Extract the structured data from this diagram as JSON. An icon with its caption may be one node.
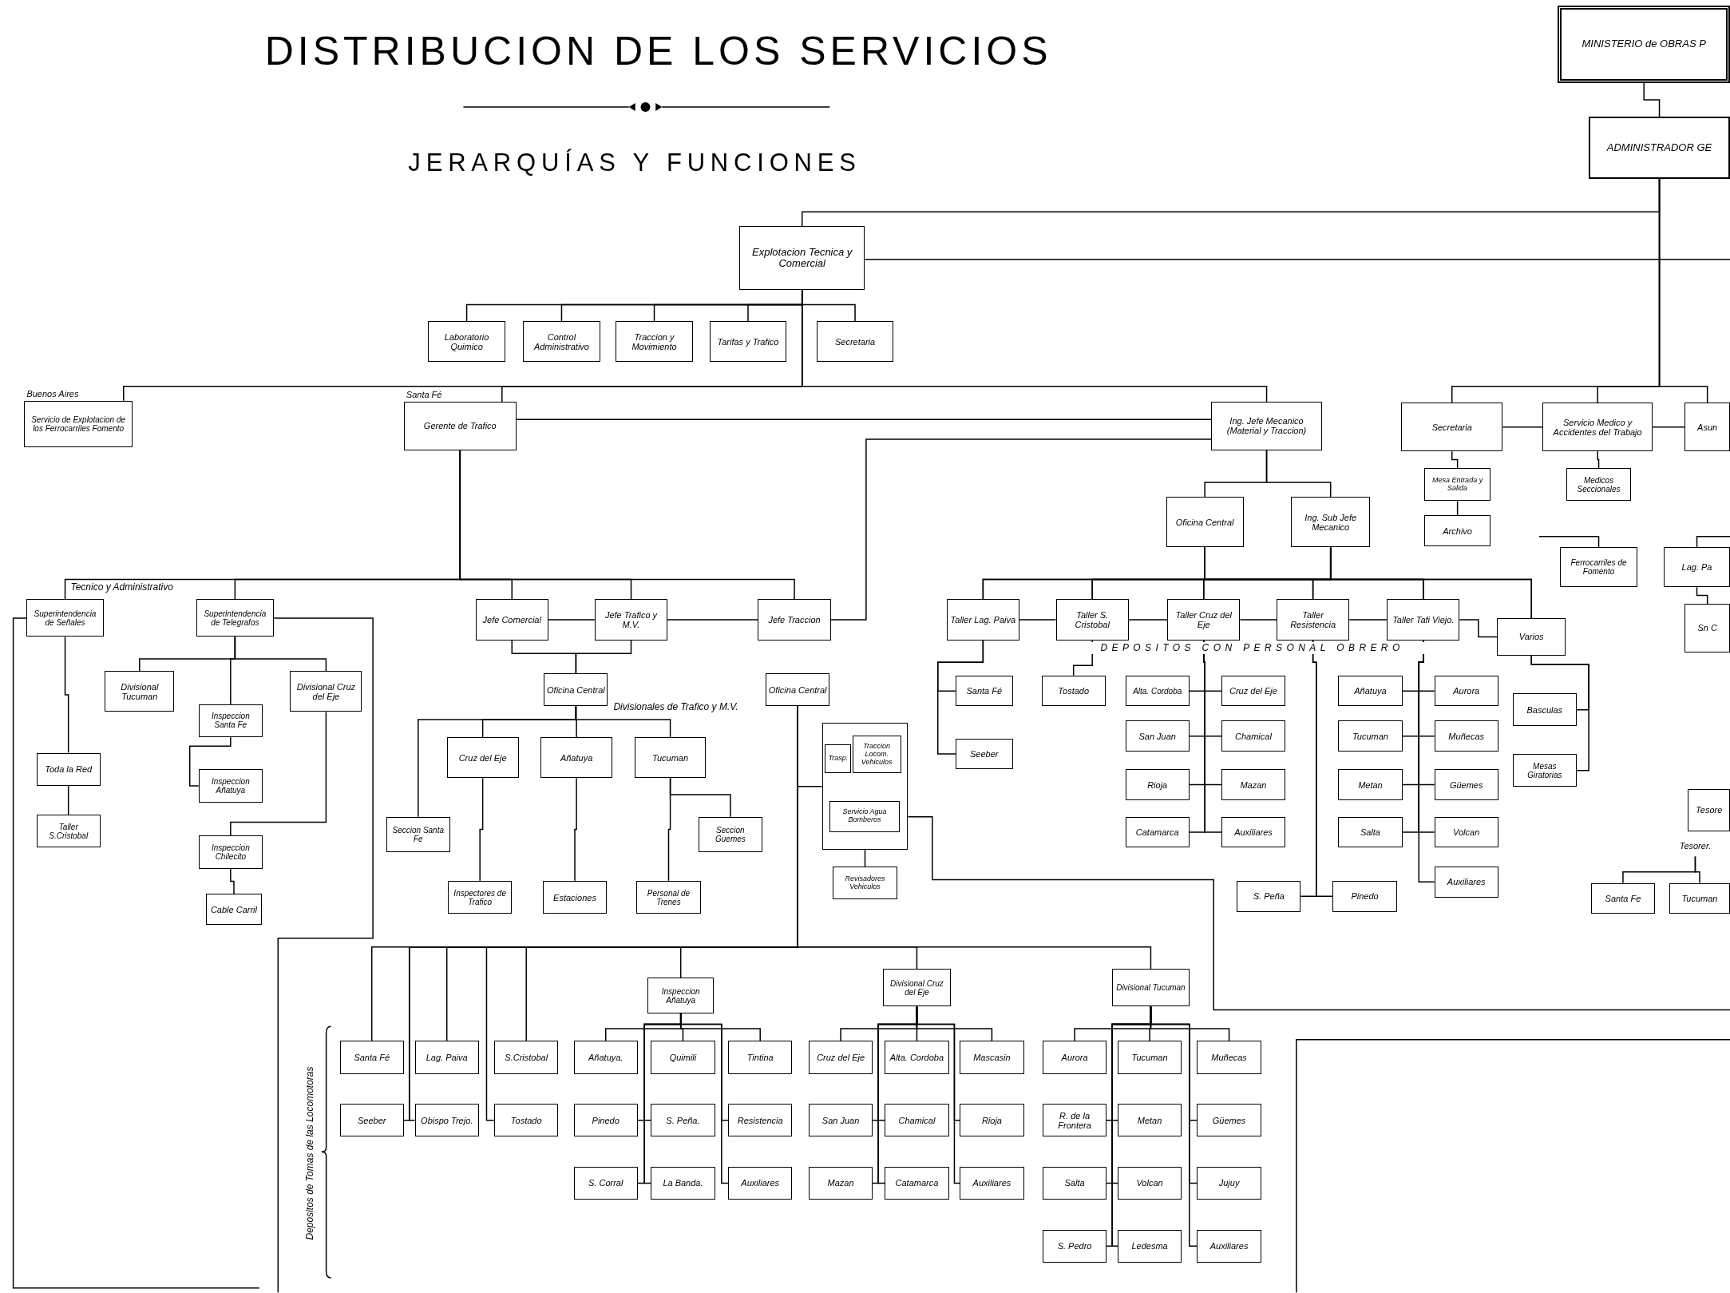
{
  "diagram": {
    "title": "DISTRIBUCION DE LOS SERVICIOS",
    "nodes": [
      {
        "text": [
          "MINISTERIO de OBRAS P"
        ]
      },
      {
        "text": [
          "ADMINISTRADOR GE"
        ]
      },
      {
        "text": [
          "Explotacion Tecnica y Comercial"
        ]
      },
      {
        "text": [
          "Laboratorio Quimico"
        ]
      },
      {
        "text": [
          "Control Administrativo"
        ]
      },
      {
        "text": [
          "Traccion y Movimiento"
        ]
      },
      {
        "text": [
          "Tarifas y Trafico"
        ]
      },
      {
        "text": [
          "Secretaria"
        ]
      },
      {
        "text": [
          "Servicio de Explotacion de los Ferrocarriles Fomento"
        ],
        "beside": [
          "Buenos Aires"
        ]
      },
      {
        "text": [
          "Gerente de Trafico"
        ],
        "beside": [
          "Santa Fé"
        ]
      },
      {
        "text": [
          "Ing. Jefe Mecanico (Material y Traccion)"
        ]
      },
      {
        "text": [
          "Secretaria"
        ]
      },
      {
        "text": [
          "Servicio Medico y Accidentes del Trabajo"
        ]
      },
      {
        "text": [
          "Asun"
        ]
      },
      {
        "text": [
          "Mesa Entrada y Salida"
        ]
      },
      {
        "text": [
          "Archivo"
        ]
      },
      {
        "text": [
          "Medicos Seccionales"
        ]
      },
      {
        "text": [
          "Oficina Central"
        ]
      },
      {
        "text": [
          "Ing. Sub Jefe Mecanico"
        ]
      },
      {
        "text": [
          "Ferrocarriles de Fomento"
        ]
      },
      {
        "text": [
          "Lag. Pa"
        ]
      },
      {
        "text": [
          "Superintendencia de Señales"
        ]
      },
      {
        "text": [
          "Superintendencia de Telegrafos"
        ]
      },
      {
        "text": [
          "Jefe Comercial"
        ]
      },
      {
        "text": [
          "Jefe Trafico y M.V."
        ]
      },
      {
        "text": [
          "Jefe Traccion"
        ]
      },
      {
        "text": [
          "Divisional Tucuman"
        ]
      },
      {
        "text": [
          "Inspeccion Santa Fe"
        ]
      },
      {
        "text": [
          "Divisional Cruz del Eje"
        ]
      },
      {
        "text": [
          "Toda la Red"
        ]
      },
      {
        "text": [
          "Inspeccion Añatuya"
        ]
      },
      {
        "text": [
          "Taller S.Cristobal"
        ]
      },
      {
        "text": [
          "Inspeccion Chilecito"
        ]
      },
      {
        "text": [
          "Cable Carril"
        ]
      },
      {
        "text": [
          "Oficina Central"
        ]
      },
      {
        "text": [
          "Cruz del Eje"
        ]
      },
      {
        "text": [
          "Añatuya"
        ]
      },
      {
        "text": [
          "Tucuman"
        ]
      },
      {
        "text": [
          "Seccion Santa Fe"
        ]
      },
      {
        "text": [
          "Seccion Guemes"
        ]
      },
      {
        "text": [
          "Inspectores de Trafico"
        ]
      },
      {
        "text": [
          "Estaciones"
        ]
      },
      {
        "text": [
          "Personal de Trenes"
        ]
      },
      {
        "text": [
          "Oficina Central"
        ]
      },
      {
        "text": [],
        "shape": "box"
      },
      {
        "text": [
          "Trasp."
        ],
        "in": 44
      },
      {
        "text": [
          "Traccion Locom. Vehiculos"
        ],
        "in": 44
      },
      {
        "text": [
          "Servicio Agua Bomberos"
        ],
        "in": 44
      },
      {
        "text": [
          "Revisadores Vehiculos"
        ]
      },
      {
        "text": [
          "Taller Lag. Paiva"
        ]
      },
      {
        "text": [
          "Taller S. Cristobal"
        ]
      },
      {
        "text": [
          "Taller Cruz del Eje"
        ]
      },
      {
        "text": [
          "Taller Resistencia"
        ]
      },
      {
        "text": [
          "Taller Tafi Viejo."
        ]
      },
      {
        "text": [
          "Varios"
        ]
      },
      {
        "text": [
          "Santa Fé"
        ]
      },
      {
        "text": [
          "Seeber"
        ]
      },
      {
        "text": [
          "Tostado"
        ]
      },
      {
        "text": [
          "Alta. Cordoba"
        ]
      },
      {
        "text": [
          "Cruz del Eje"
        ]
      },
      {
        "text": [
          "San Juan"
        ]
      },
      {
        "text": [
          "Chamical"
        ]
      },
      {
        "text": [
          "Rioja"
        ]
      },
      {
        "text": [
          "Mazan"
        ]
      },
      {
        "text": [
          "Catamarca"
        ]
      },
      {
        "text": [
          "Auxiliares"
        ]
      },
      {
        "text": [
          "Añatuya"
        ]
      },
      {
        "text": [
          "Aurora"
        ]
      },
      {
        "text": [
          "Tucuman"
        ]
      },
      {
        "text": [
          "Muñecas"
        ]
      },
      {
        "text": [
          "Metan"
        ]
      },
      {
        "text": [
          "Güemes"
        ]
      },
      {
        "text": [
          "Salta"
        ]
      },
      {
        "text": [
          "Volcan"
        ]
      },
      {
        "text": [
          "Auxiliares"
        ]
      },
      {
        "text": [
          "S. Peña"
        ]
      },
      {
        "text": [
          "Pinedo"
        ]
      },
      {
        "text": [
          "Basculas"
        ]
      },
      {
        "text": [
          "Mesas Giratorias"
        ]
      },
      {
        "text": [
          "Tesore"
        ]
      },
      {
        "text": [
          "Tesorer."
        ]
      },
      {
        "text": [
          "Santa Fe"
        ]
      },
      {
        "text": [
          "Tucuman"
        ]
      },
      {
        "text": [
          "Inspeccion Añatuya"
        ]
      },
      {
        "text": [
          "Divisional Cruz del Eje"
        ]
      },
      {
        "text": [
          "Divisional Tucuman"
        ]
      },
      {
        "text": [
          "Santa Fé"
        ]
      },
      {
        "text": [
          "Lag. Paiva"
        ]
      },
      {
        "text": [
          "S.Cristobal"
        ]
      },
      {
        "text": [
          "Seeber"
        ]
      },
      {
        "text": [
          "Obispo Trejo."
        ]
      },
      {
        "text": [
          "Tostado"
        ]
      },
      {
        "text": [
          "Añatuya."
        ]
      },
      {
        "text": [
          "Quimili"
        ]
      },
      {
        "text": [
          "Tintina"
        ]
      },
      {
        "text": [
          "Pinedo"
        ]
      },
      {
        "text": [
          "S. Peña."
        ]
      },
      {
        "text": [
          "Resistencia"
        ]
      },
      {
        "text": [
          "S. Corral"
        ]
      },
      {
        "text": [
          "La Banda."
        ]
      },
      {
        "text": [
          "Auxiliares"
        ]
      },
      {
        "text": [
          "Cruz del Eje"
        ]
      },
      {
        "text": [
          "Alta. Cordoba"
        ]
      },
      {
        "text": [
          "Mascasin"
        ]
      },
      {
        "text": [
          "San Juan"
        ]
      },
      {
        "text": [
          "Chamical"
        ]
      },
      {
        "text": [
          "Rioja"
        ]
      },
      {
        "text": [
          "Mazan"
        ]
      },
      {
        "text": [
          "Catamarca"
        ]
      },
      {
        "text": [
          "Auxiliares"
        ]
      },
      {
        "text": [
          "Aurora"
        ]
      },
      {
        "text": [
          "Tucuman"
        ]
      },
      {
        "text": [
          "Muñecas"
        ]
      },
      {
        "text": [
          "R. de la Frontera"
        ]
      },
      {
        "text": [
          "Metan"
        ]
      },
      {
        "text": [
          "Güemes"
        ]
      },
      {
        "text": [
          "Salta"
        ]
      },
      {
        "text": [
          "Volcan"
        ]
      },
      {
        "text": [
          "Jujuy"
        ]
      },
      {
        "text": [
          "S. Pedro"
        ]
      },
      {
        "text": [
          "Ledesma"
        ]
      },
      {
        "text": [
          "Auxiliares"
        ]
      },
      {
        "text": [
          "Sn C"
        ]
      }
    ],
    "edges": [
      {
        "from": 0,
        "to": 1,
        "arrow": "none"
      },
      {
        "from": 1,
        "to": 2,
        "arrow": "none"
      },
      {
        "from": 2,
        "to": null,
        "arrow": "none"
      },
      {
        "from": 1,
        "to": 11,
        "arrow": "none"
      },
      {
        "from": 1,
        "to": 12,
        "arrow": "none"
      },
      {
        "from": 1,
        "to": 13,
        "arrow": "none"
      },
      {
        "from": 2,
        "to": 3,
        "arrow": "none"
      },
      {
        "from": 2,
        "to": 4,
        "arrow": "none"
      },
      {
        "from": 2,
        "to": 5,
        "arrow": "none"
      },
      {
        "from": 2,
        "to": 6,
        "arrow": "none"
      },
      {
        "from": 2,
        "to": 7,
        "arrow": "none"
      },
      {
        "from": 2,
        "to": 8,
        "arrow": "none"
      },
      {
        "from": 2,
        "to": 9,
        "arrow": "none"
      },
      {
        "from": 2,
        "to": 10,
        "arrow": "none"
      },
      {
        "from": 11,
        "to": 12,
        "arrow": "none"
      },
      {
        "from": 12,
        "to": 13,
        "arrow": "none"
      },
      {
        "from": 11,
        "to": 14,
        "arrow": "none"
      },
      {
        "from": 14,
        "to": 15,
        "arrow": "none"
      },
      {
        "from": 12,
        "to": 16,
        "arrow": "none"
      },
      {
        "from": 10,
        "to": 17,
        "arrow": "none"
      },
      {
        "from": 10,
        "to": 18,
        "arrow": "none"
      },
      {
        "from": null,
        "to": 19,
        "arrow": "none"
      },
      {
        "from": null,
        "to": 20,
        "arrow": "none"
      },
      {
        "from": 20,
        "to": 122,
        "arrow": "none"
      },
      {
        "from": 9,
        "to": 10,
        "arrow": "none"
      },
      {
        "from": 25,
        "to": 10,
        "arrow": "none"
      },
      {
        "from": 9,
        "to": 21,
        "arrow": "none"
      },
      {
        "from": 9,
        "to": 22,
        "arrow": "none"
      },
      {
        "from": 9,
        "to": 23,
        "arrow": "none"
      },
      {
        "from": 9,
        "to": 24,
        "arrow": "none"
      },
      {
        "from": 9,
        "to": 25,
        "arrow": "none"
      },
      {
        "from": 21,
        "to": 29,
        "arrow": "none"
      },
      {
        "from": 29,
        "to": 31,
        "arrow": "none"
      },
      {
        "from": 21,
        "to": null,
        "arrow": "none"
      },
      {
        "from": 22,
        "to": 26,
        "arrow": "none"
      },
      {
        "from": 22,
        "to": 27,
        "arrow": "none"
      },
      {
        "from": 22,
        "to": 28,
        "arrow": "none"
      },
      {
        "from": 27,
        "to": 30,
        "arrow": "none"
      },
      {
        "from": 28,
        "to": 32,
        "arrow": "none"
      },
      {
        "from": 32,
        "to": 33,
        "arrow": "none"
      },
      {
        "from": 22,
        "to": null,
        "arrow": "none"
      },
      {
        "from": 23,
        "to": 24,
        "arrow": "none"
      },
      {
        "from": 24,
        "to": 25,
        "arrow": "none"
      },
      {
        "from": 23,
        "to": 34,
        "arrow": "none"
      },
      {
        "from": 24,
        "to": 34,
        "arrow": "none"
      },
      {
        "from": 34,
        "to": 35,
        "arrow": "none"
      },
      {
        "from": 34,
        "to": 36,
        "arrow": "none"
      },
      {
        "from": 34,
        "to": 37,
        "arrow": "none"
      },
      {
        "from": 34,
        "to": 38,
        "arrow": "none"
      },
      {
        "from": 35,
        "to": 40,
        "arrow": "none"
      },
      {
        "from": 36,
        "to": 41,
        "arrow": "none"
      },
      {
        "from": 37,
        "to": 42,
        "arrow": "none"
      },
      {
        "from": 37,
        "to": 39,
        "arrow": "none"
      },
      {
        "from": 43,
        "to": 44,
        "arrow": "none"
      },
      {
        "from": 44,
        "to": 48,
        "arrow": "none"
      },
      {
        "from": 44,
        "to": null,
        "arrow": "none"
      },
      {
        "from": 43,
        "to": 83,
        "arrow": "none"
      },
      {
        "from": 43,
        "to": 84,
        "arrow": "none"
      },
      {
        "from": 43,
        "to": 85,
        "arrow": "none"
      },
      {
        "from": 43,
        "to": 86,
        "arrow": "none"
      },
      {
        "from": 43,
        "to": 87,
        "arrow": "none"
      },
      {
        "from": 43,
        "to": 88,
        "arrow": "none"
      },
      {
        "from": 43,
        "to": 89,
        "arrow": "none"
      },
      {
        "from": 43,
        "to": 90,
        "arrow": "none"
      },
      {
        "from": 43,
        "to": 91,
        "arrow": "none"
      },
      {
        "from": 83,
        "to": 92,
        "arrow": "none"
      },
      {
        "from": 83,
        "to": 93,
        "arrow": "none"
      },
      {
        "from": 83,
        "to": 94,
        "arrow": "none"
      },
      {
        "from": 83,
        "to": 95,
        "arrow": "none"
      },
      {
        "from": 83,
        "to": 96,
        "arrow": "none"
      },
      {
        "from": 83,
        "to": 97,
        "arrow": "none"
      },
      {
        "from": 83,
        "to": 98,
        "arrow": "none"
      },
      {
        "from": 83,
        "to": 99,
        "arrow": "none"
      },
      {
        "from": 83,
        "to": 100,
        "arrow": "none"
      },
      {
        "from": 84,
        "to": 101,
        "arrow": "none"
      },
      {
        "from": 84,
        "to": 102,
        "arrow": "none"
      },
      {
        "from": 84,
        "to": 103,
        "arrow": "none"
      },
      {
        "from": 84,
        "to": 104,
        "arrow": "none"
      },
      {
        "from": 84,
        "to": 105,
        "arrow": "none"
      },
      {
        "from": 84,
        "to": 106,
        "arrow": "none"
      },
      {
        "from": 84,
        "to": 107,
        "arrow": "none"
      },
      {
        "from": 84,
        "to": 108,
        "arrow": "none"
      },
      {
        "from": 84,
        "to": 109,
        "arrow": "none"
      },
      {
        "from": 85,
        "to": 110,
        "arrow": "none"
      },
      {
        "from": 85,
        "to": 111,
        "arrow": "none"
      },
      {
        "from": 85,
        "to": 112,
        "arrow": "none"
      },
      {
        "from": 85,
        "to": 113,
        "arrow": "none"
      },
      {
        "from": 85,
        "to": 114,
        "arrow": "none"
      },
      {
        "from": 85,
        "to": 115,
        "arrow": "none"
      },
      {
        "from": 85,
        "to": 116,
        "arrow": "none"
      },
      {
        "from": 85,
        "to": 117,
        "arrow": "none"
      },
      {
        "from": 85,
        "to": 118,
        "arrow": "none"
      },
      {
        "from": 85,
        "to": 119,
        "arrow": "none"
      },
      {
        "from": 85,
        "to": 120,
        "arrow": "none"
      },
      {
        "from": 85,
        "to": 121,
        "arrow": "none"
      },
      {
        "from": 17,
        "to": 49,
        "arrow": "none"
      },
      {
        "from": 17,
        "to": 50,
        "arrow": "none"
      },
      {
        "from": 17,
        "to": 51,
        "arrow": "none"
      },
      {
        "from": 17,
        "to": 52,
        "arrow": "none"
      },
      {
        "from": 17,
        "to": 53,
        "arrow": "none"
      },
      {
        "from": 17,
        "to": 54,
        "arrow": "none"
      },
      {
        "from": 18,
        "to": 49,
        "arrow": "none"
      },
      {
        "from": 18,
        "to": 50,
        "arrow": "none"
      },
      {
        "from": 18,
        "to": 51,
        "arrow": "none"
      },
      {
        "from": 18,
        "to": 52,
        "arrow": "none"
      },
      {
        "from": 18,
        "to": 53,
        "arrow": "none"
      },
      {
        "from": 18,
        "to": 54,
        "arrow": "none"
      },
      {
        "from": 49,
        "to": 50,
        "arrow": "none"
      },
      {
        "from": 50,
        "to": 51,
        "arrow": "none"
      },
      {
        "from": 51,
        "to": 52,
        "arrow": "none"
      },
      {
        "from": 52,
        "to": 53,
        "arrow": "none"
      },
      {
        "from": 53,
        "to": 54,
        "arrow": "none"
      },
      {
        "from": 49,
        "to": 55,
        "arrow": "none"
      },
      {
        "from": 49,
        "to": 56,
        "arrow": "none"
      },
      {
        "from": 50,
        "to": 57,
        "arrow": "none"
      },
      {
        "from": 51,
        "to": 58,
        "arrow": "none"
      },
      {
        "from": 51,
        "to": 59,
        "arrow": "none"
      },
      {
        "from": 51,
        "to": 60,
        "arrow": "none"
      },
      {
        "from": 51,
        "to": 61,
        "arrow": "none"
      },
      {
        "from": 51,
        "to": 62,
        "arrow": "none"
      },
      {
        "from": 51,
        "to": 63,
        "arrow": "none"
      },
      {
        "from": 51,
        "to": 64,
        "arrow": "none"
      },
      {
        "from": 51,
        "to": 65,
        "arrow": "none"
      },
      {
        "from": 52,
        "to": 75,
        "arrow": "none"
      },
      {
        "from": 52,
        "to": 76,
        "arrow": "none"
      },
      {
        "from": 53,
        "to": 66,
        "arrow": "none"
      },
      {
        "from": 53,
        "to": 67,
        "arrow": "none"
      },
      {
        "from": 53,
        "to": 68,
        "arrow": "none"
      },
      {
        "from": 53,
        "to": 69,
        "arrow": "none"
      },
      {
        "from": 53,
        "to": 70,
        "arrow": "none"
      },
      {
        "from": 53,
        "to": 71,
        "arrow": "none"
      },
      {
        "from": 53,
        "to": 72,
        "arrow": "none"
      },
      {
        "from": 53,
        "to": 73,
        "arrow": "none"
      },
      {
        "from": 53,
        "to": 74,
        "arrow": "none"
      },
      {
        "from": 54,
        "to": 77,
        "arrow": "none"
      },
      {
        "from": 54,
        "to": 78,
        "arrow": "none"
      },
      {
        "from": 80,
        "to": 81,
        "arrow": "none"
      },
      {
        "from": 80,
        "to": 82,
        "arrow": "none"
      }
    ],
    "labels": [
      "JERARQUÍAS Y FUNCIONES",
      "Tecnico y Administrativo",
      "Divisionales de Trafico y M.V.",
      "DEPOSITOS CON PERSONAL OBRERO",
      "Depositos de Tomas de las Locomotoras"
    ]
  }
}
